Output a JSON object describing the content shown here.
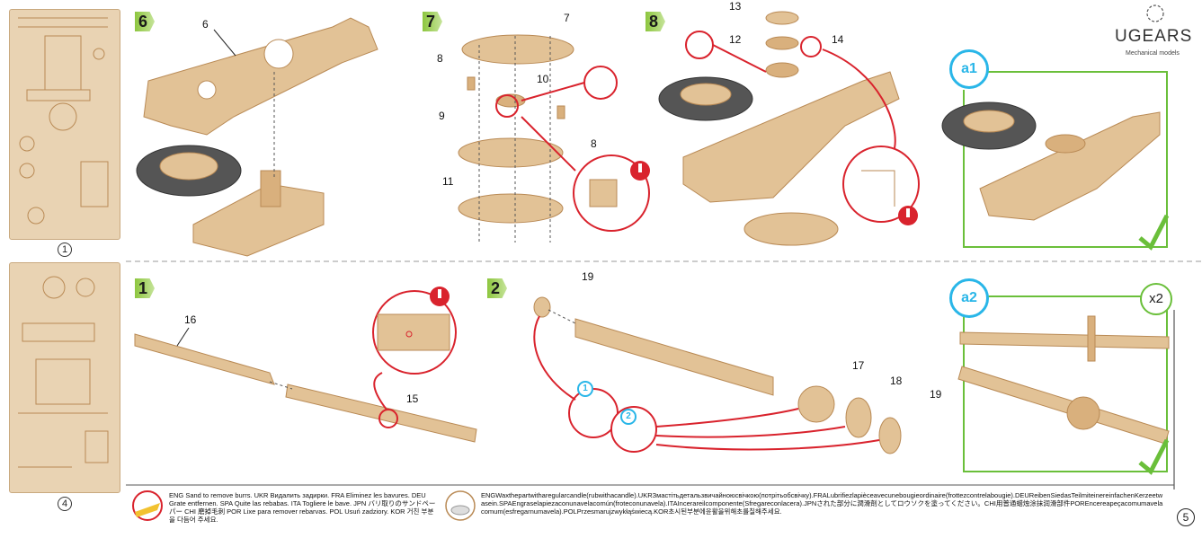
{
  "brand": {
    "name": "UGEARS",
    "tagline": "Mechanical models"
  },
  "sheets": [
    {
      "number": "1"
    },
    {
      "number": "4"
    }
  ],
  "steps": {
    "s6": {
      "number": "6",
      "parts": [
        "6"
      ]
    },
    "s7": {
      "number": "7",
      "parts": [
        "7",
        "8",
        "10",
        "9",
        "8",
        "11"
      ]
    },
    "s8": {
      "number": "8",
      "parts": [
        "13",
        "12",
        "14"
      ]
    },
    "s1": {
      "number": "1",
      "parts": [
        "16",
        "15"
      ]
    },
    "s2": {
      "number": "2",
      "parts": [
        "19",
        "17",
        "18",
        "19"
      ],
      "sub_steps": [
        "1",
        "2"
      ]
    }
  },
  "badges": {
    "a1": "a1",
    "a2": "a2",
    "multiplier": "x2"
  },
  "legend": {
    "sand": "ENG Sand to remove burrs. UKR Видалить задирки. FRA Eliminez les bavures. DEU Grate entfernen. SPA Quite las rebabas. ITA Togliere le bave. JPN バリ取りのサンドペーパー CHI 磨掉毛刺 POR Lixe para remover rebarvas. POL Usuń zadziory. KOR 거친 부분을 다듬어 주세요.",
    "wax": "ENGWaxthepartwitharegularcandle(rubwithacandle).UKRЗмастітьдетальзвичайноюсвічкою(потрітьобсвічку).FRALubrifiezlapièceavecunebougieordinaire(frottezcontrelabougie).DEUReibenSiedasTeilmiteinereinfachenKerzeetwasein.SPAEngraselapiezaconunavelacomún(froteconunavela).ITAIncerareilcomponente(Sfregareconlacera).JPNされた部分に潤滑剤としてロウソクを塗ってください。CHI用普通蜡烛涂抹润滑部件POREncereapeçacomumavelacomum(esfregarnumavela).POLPrzesmarujzwykłąświecą.KOR초시된부분에윤활을위해초를칠해주세요."
  },
  "page_number": "5",
  "colors": {
    "wood": "#e2c296",
    "wood_dark": "#b98a55",
    "red": "#d9232d",
    "green": "#6abf3a",
    "cyan": "#29b6e8"
  }
}
